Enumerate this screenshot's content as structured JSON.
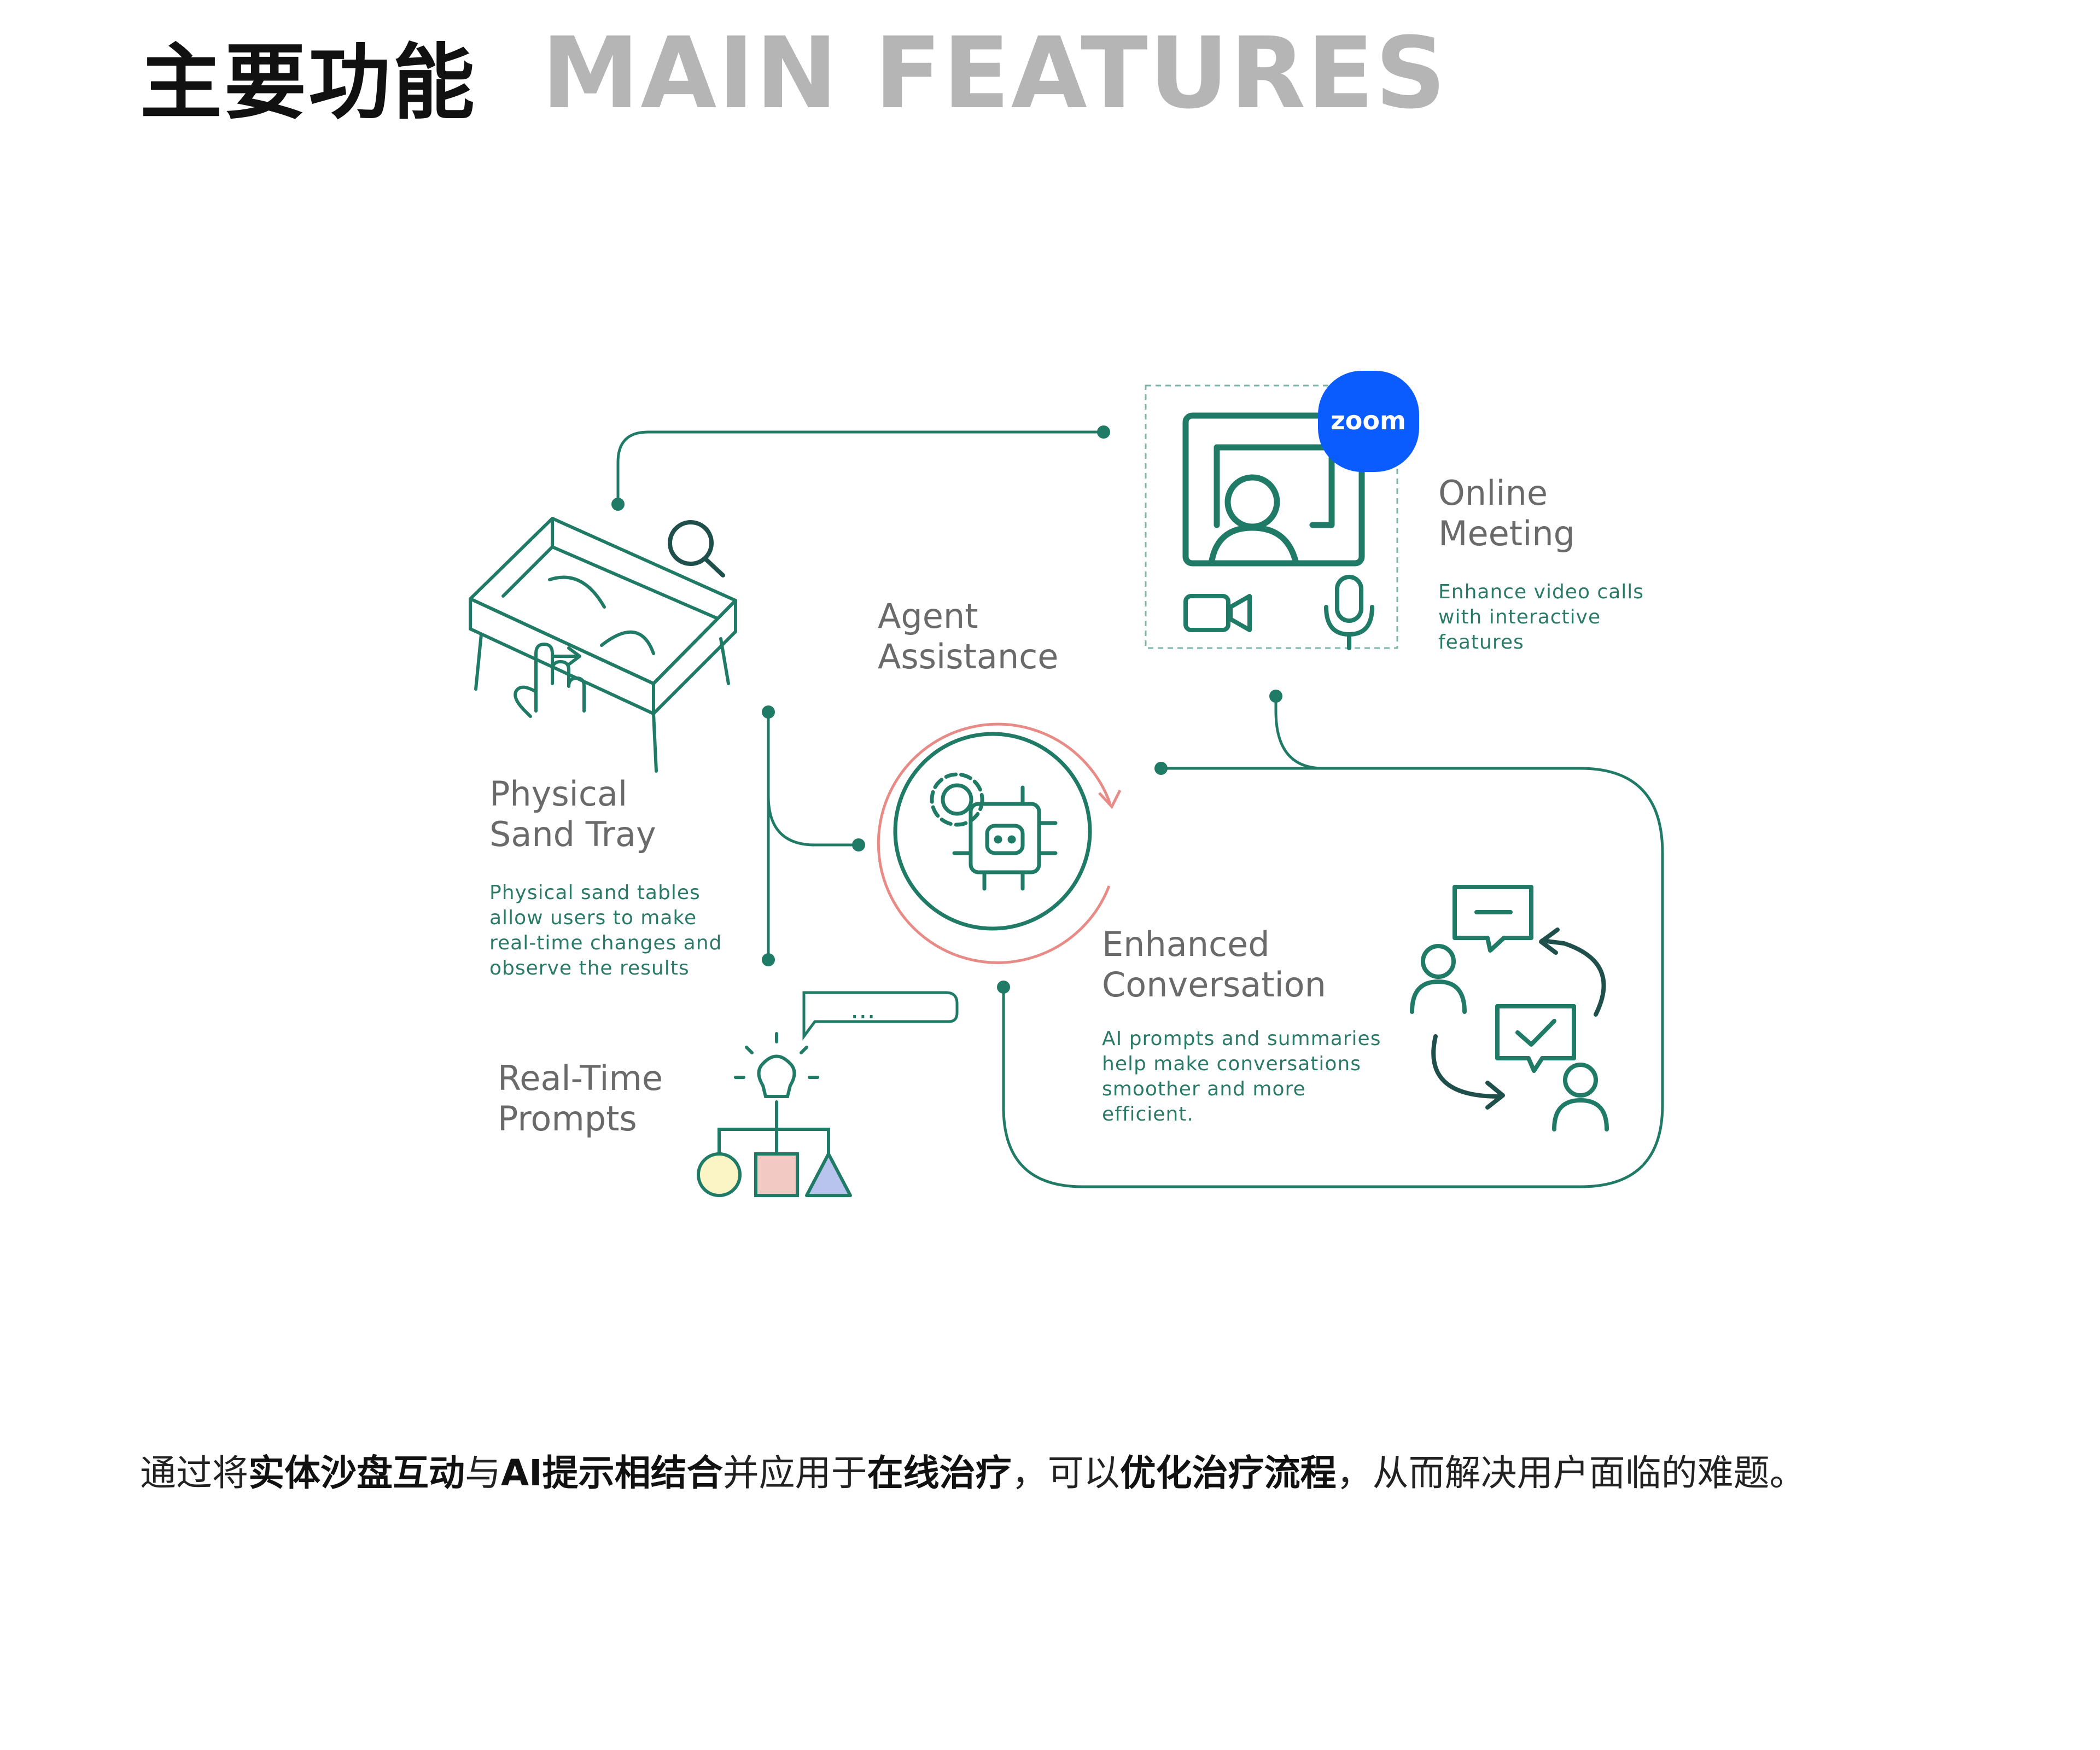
{
  "header": {
    "title_cn": "主要功能",
    "title_en": "MAIN FEATURES"
  },
  "nodes": {
    "online_meeting": {
      "title_lines": [
        "Online",
        "Meeting"
      ],
      "desc_lines": [
        "Enhance video calls",
        "with interactive",
        "features"
      ],
      "logo_text": "zoom"
    },
    "agent_assistance": {
      "title_lines": [
        "Agent",
        "Assistance"
      ]
    },
    "physical_sand_tray": {
      "title_lines": [
        "Physical",
        "Sand Tray"
      ],
      "desc_lines": [
        "Physical sand tables",
        "allow users to make",
        "real-time changes and",
        "observe the results"
      ]
    },
    "enhanced_conversation": {
      "title_lines": [
        "Enhanced",
        "Conversation"
      ],
      "desc_lines": [
        "AI prompts and summaries",
        "help make conversations",
        "smoother and more",
        "efficient."
      ]
    },
    "real_time_prompts": {
      "title_lines": [
        "Real-Time",
        "Prompts"
      ],
      "bubble_text": "..."
    }
  },
  "footer": {
    "segments": [
      {
        "text": "通过将",
        "bold": false
      },
      {
        "text": "实体沙盘互动",
        "bold": true
      },
      {
        "text": "与",
        "bold": false
      },
      {
        "text": "AI提示相结合",
        "bold": true
      },
      {
        "text": "并应用于",
        "bold": false
      },
      {
        "text": "在线治疗",
        "bold": true
      },
      {
        "text": "，可以",
        "bold": false
      },
      {
        "text": "优化治疗流程",
        "bold": true
      },
      {
        "text": "，从而解决用户面临的难题。",
        "bold": false
      }
    ]
  },
  "colors": {
    "teal": "#1f7a66",
    "text_teal": "#2b7a67",
    "heading_gray": "#6a6a6a",
    "title_gray": "#b5b5b5",
    "accent_red": "#e88a86",
    "zoom_blue": "#0b5cff",
    "dashed_box": "#7fb3a8",
    "shape_yellow": "#fbf5c6",
    "shape_pink": "#f2c9c3",
    "shape_blue": "#b8c3ee"
  },
  "icons": [
    "magnifier-icon",
    "hand-pointer-icon",
    "gear-icon",
    "robot-chip-icon",
    "person-screen-icon",
    "video-camera-icon",
    "microphone-icon",
    "chat-bubble-icon",
    "check-bubble-icon",
    "person-icon",
    "lightbulb-icon",
    "circle-shape",
    "square-shape",
    "triangle-shape"
  ]
}
